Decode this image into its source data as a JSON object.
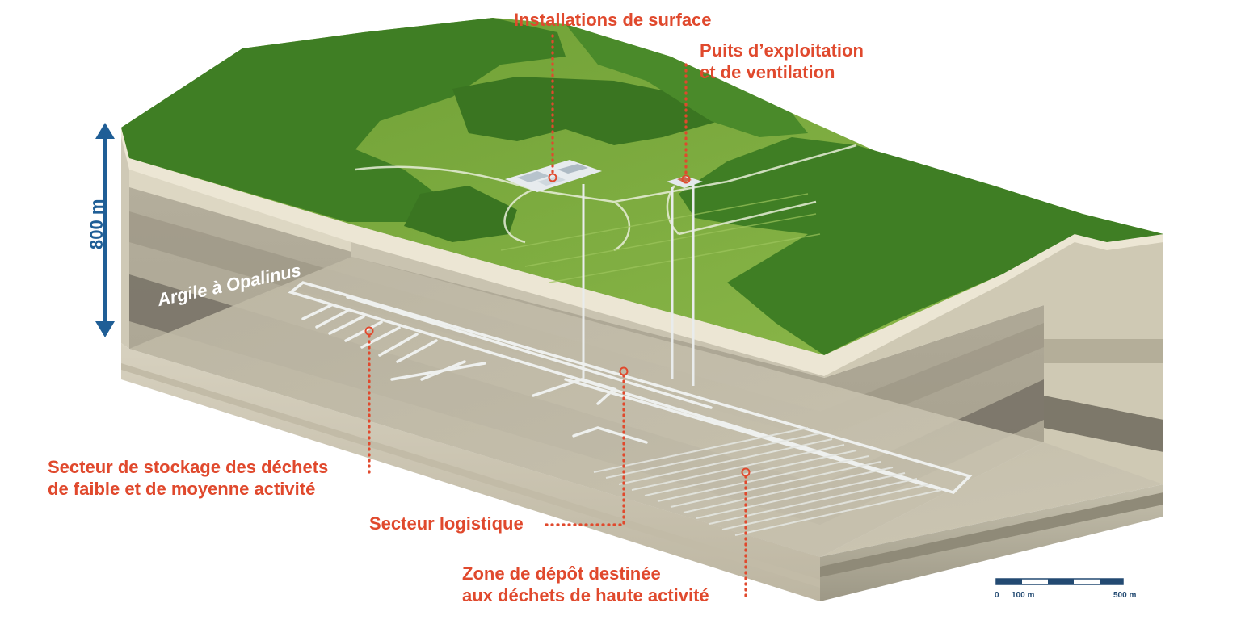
{
  "labels": {
    "surface": "Installations de surface",
    "shafts_line1": "Puits d’exploitation",
    "shafts_line2": "et de ventilation",
    "lma_line1": "Secteur de stockage des déchets",
    "lma_line2": "de faible et de moyenne activité",
    "logistics": "Secteur logistique",
    "hla_line1": "Zone de dépôt destinée",
    "hla_line2": "aux déchets de haute activité",
    "host_rock": "Argile à Opalinus"
  },
  "depth": {
    "label": "800 m"
  },
  "scale_bar": {
    "ticks": [
      "0",
      "100 m",
      "500 m"
    ]
  },
  "colors": {
    "annotation": "#e0492d",
    "depth_arrow": "#1f5e96",
    "forest": "#3f7e24",
    "meadow": "#78a83a",
    "soil": "#ece6d4",
    "rock": "#b7b19e",
    "opalinus": "#6f6a5f"
  },
  "icons": [
    "surface-facility-icon",
    "shaft-headframe-icon"
  ]
}
